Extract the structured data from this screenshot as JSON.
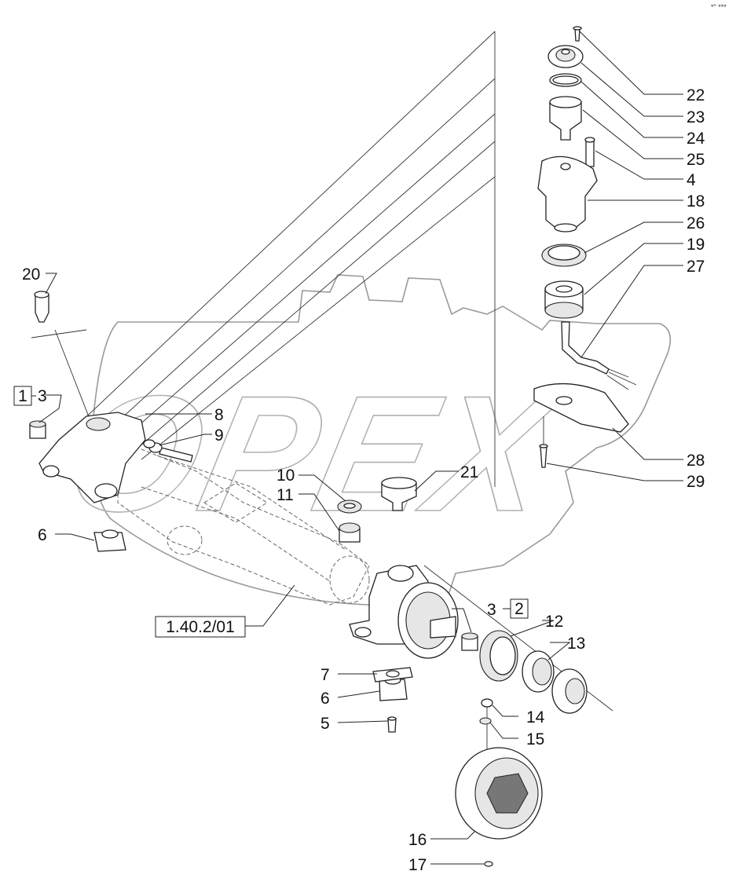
{
  "diagram": {
    "watermark": "OPEX",
    "corner_mark": "*\" ***",
    "callouts": [
      {
        "id": "c22",
        "label": "22"
      },
      {
        "id": "c23",
        "label": "23"
      },
      {
        "id": "c24",
        "label": "24"
      },
      {
        "id": "c25",
        "label": "25"
      },
      {
        "id": "c4",
        "label": "4"
      },
      {
        "id": "c18",
        "label": "18"
      },
      {
        "id": "c26",
        "label": "26"
      },
      {
        "id": "c19",
        "label": "19"
      },
      {
        "id": "c27",
        "label": "27"
      },
      {
        "id": "c28",
        "label": "28"
      },
      {
        "id": "c29",
        "label": "29"
      },
      {
        "id": "c20",
        "label": "20"
      },
      {
        "id": "c3a",
        "label": "3"
      },
      {
        "id": "c8",
        "label": "8"
      },
      {
        "id": "c9",
        "label": "9"
      },
      {
        "id": "c6a",
        "label": "6"
      },
      {
        "id": "c10",
        "label": "10"
      },
      {
        "id": "c11",
        "label": "11"
      },
      {
        "id": "c21",
        "label": "21"
      },
      {
        "id": "c3b",
        "label": "3"
      },
      {
        "id": "c12",
        "label": "12"
      },
      {
        "id": "c13",
        "label": "13"
      },
      {
        "id": "c7",
        "label": "7"
      },
      {
        "id": "c6b",
        "label": "6"
      },
      {
        "id": "c5",
        "label": "5"
      },
      {
        "id": "c14",
        "label": "14"
      },
      {
        "id": "c15",
        "label": "15"
      },
      {
        "id": "c16",
        "label": "16"
      },
      {
        "id": "c17",
        "label": "17"
      }
    ],
    "boxed_refs": [
      {
        "id": "b1",
        "label": "1"
      },
      {
        "id": "b2",
        "label": "2"
      }
    ],
    "section_reference": "1.40.2/01"
  }
}
